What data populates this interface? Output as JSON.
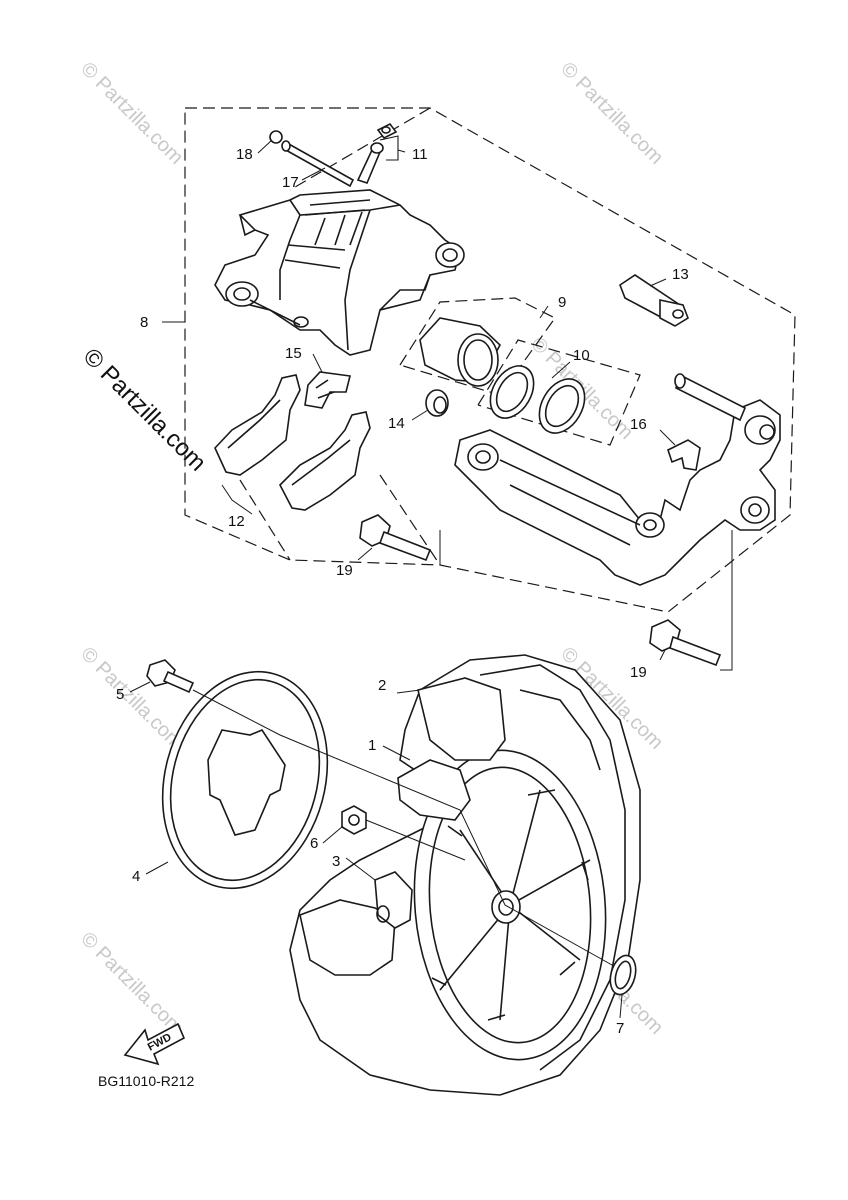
{
  "watermark": {
    "text": "© Partzilla.com",
    "color": "#c8c8c8"
  },
  "diagram_code": "BG11010-R212",
  "fwd_label": "FWD",
  "callouts": {
    "c1": "1",
    "c2": "2",
    "c3": "3",
    "c4": "4",
    "c5": "5",
    "c6": "6",
    "c7": "7",
    "c8": "8",
    "c9": "9",
    "c10": "10",
    "c11": "11",
    "c12": "12",
    "c13": "13",
    "c14": "14",
    "c15": "15",
    "c16": "16",
    "c17": "17",
    "c18": "18",
    "c19a": "19",
    "c19b": "19"
  }
}
